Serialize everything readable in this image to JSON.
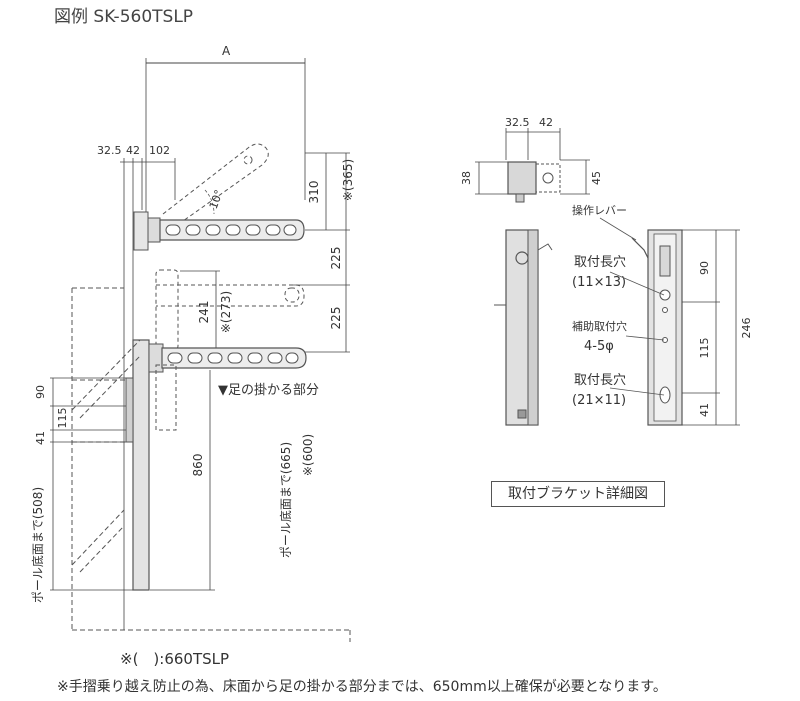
{
  "title": "図例 SK-560TSLP",
  "main_drawing": {
    "dim_A": "A",
    "dim_32_5": "32.5",
    "dim_42": "42",
    "dim_102": "102",
    "dim_310": "310",
    "dim_365": "※(365)",
    "dim_225_top": "225",
    "dim_225_bottom": "225",
    "dim_241": "241",
    "dim_273": "※(273)",
    "angle_label": "10°",
    "foot_label": "▼足の掛かる部分",
    "dim_860": "860",
    "pole_bottom_665": "ポール底面まで(665)",
    "dim_600": "※(600)",
    "dim_90_left": "90",
    "dim_115_left": "115",
    "dim_41_left": "41",
    "pole_bottom_508": "ポール底面まで(508)"
  },
  "bracket_detail": {
    "dim_32_5": "32.5",
    "dim_42": "42",
    "dim_38": "38",
    "dim_45": "45",
    "lever_label": "操作レバー",
    "mount_slot_top": "取付長穴",
    "mount_slot_top_size": "(11×13)",
    "aux_hole": "補助取付穴",
    "aux_hole_size": "4-5φ",
    "mount_slot_bottom": "取付長穴",
    "mount_slot_bottom_size": "(21×11)",
    "dim_90": "90",
    "dim_115": "115",
    "dim_41": "41",
    "dim_246": "246",
    "caption": "取付ブラケット詳細図"
  },
  "footnote_1": "※(　):660TSLP",
  "footnote_2": "※手摺乗り越え防止の為、床面から足の掛かる部分までは、650mm以上確保が必要となります。"
}
